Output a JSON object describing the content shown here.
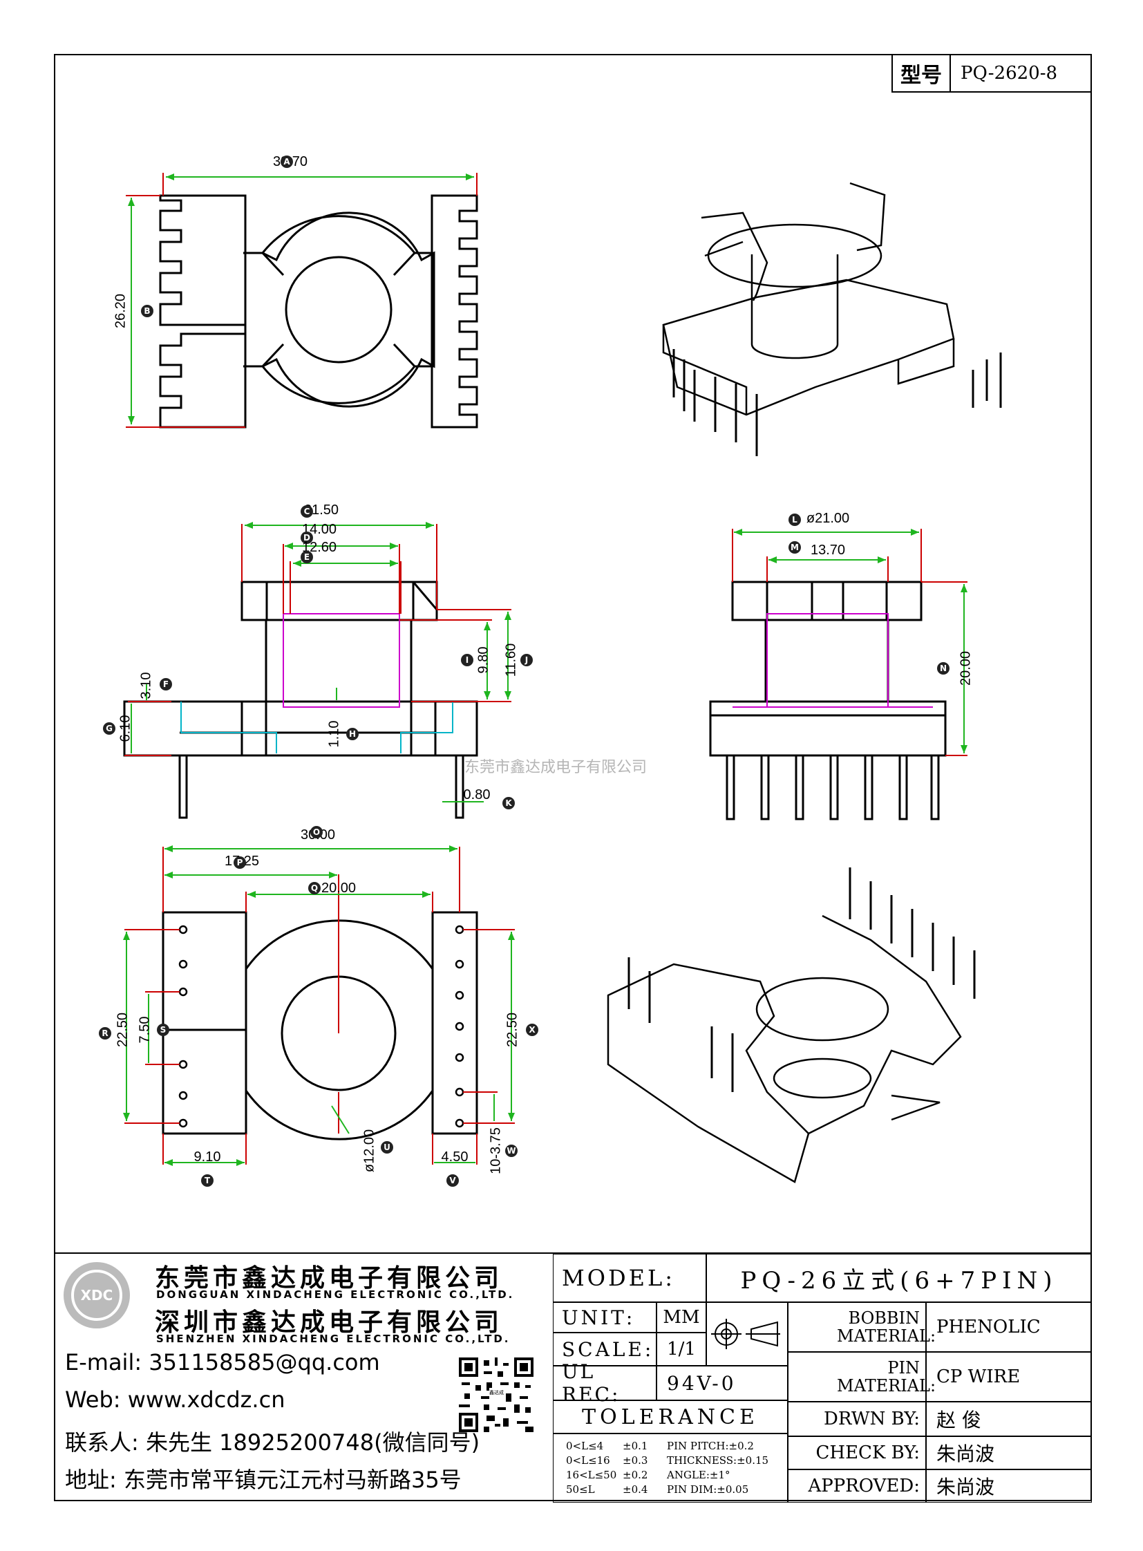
{
  "model_box": {
    "label": "型号",
    "value": "PQ-2620-8"
  },
  "watermark": "东莞市鑫达成电子有限公司",
  "views": {
    "top_view": {
      "dims": [
        {
          "tag": "A",
          "value": "33.70"
        },
        {
          "tag": "B",
          "value": "26.20"
        }
      ]
    },
    "front_view": {
      "dims": [
        {
          "tag": "C",
          "value": "21.50"
        },
        {
          "tag": "D",
          "value": "14.00"
        },
        {
          "tag": "E",
          "value": "12.60"
        },
        {
          "tag": "F",
          "value": "3.10"
        },
        {
          "tag": "G",
          "value": "6.10"
        },
        {
          "tag": "H",
          "value": "1.10"
        },
        {
          "tag": "I",
          "value": "9.80"
        },
        {
          "tag": "J",
          "value": "11.60"
        },
        {
          "tag": "K",
          "value": "0.80"
        }
      ]
    },
    "side_view": {
      "dims": [
        {
          "tag": "L",
          "value": "ø21.00"
        },
        {
          "tag": "M",
          "value": "13.70"
        },
        {
          "tag": "N",
          "value": "20.00"
        }
      ]
    },
    "bottom_view": {
      "dims": [
        {
          "tag": "O",
          "value": "30.00"
        },
        {
          "tag": "P",
          "value": "17.25"
        },
        {
          "tag": "Q",
          "value": "20.00"
        },
        {
          "tag": "R",
          "value": "22.50"
        },
        {
          "tag": "S",
          "value": "7.50"
        },
        {
          "tag": "T",
          "value": "9.10"
        },
        {
          "tag": "U",
          "value": "ø12.00"
        },
        {
          "tag": "V",
          "value": "4.50"
        },
        {
          "tag": "W",
          "value": "10-3.75"
        },
        {
          "tag": "X",
          "value": "22.50"
        }
      ]
    }
  },
  "title_block": {
    "company_cn_1": "东莞市鑫达成电子有限公司",
    "company_en_1": "DONGGUAN XINDACHENG ELECTRONIC CO.,LTD.",
    "company_cn_2": "深圳市鑫达成电子有限公司",
    "company_en_2": "SHENZHEN XINDACHENG ELECTRONIC CO.,LTD.",
    "logo_text": "XDC",
    "email": "E-mail: 351158585@qq.com",
    "web": "Web: www.xdcdz.cn",
    "contact": "联系人: 朱先生 18925200748(微信同号)",
    "address": "地址: 东莞市常平镇元江元村马新路35号",
    "qr_caption": "鑫达成",
    "model_label": "MODEL:",
    "model_value": "PQ-26立式(6+7PIN)",
    "unit_label": "UNIT:",
    "unit_value": "MM",
    "scale_label": "SCALE:",
    "scale_value": "1/1",
    "ulrec_label": "UL REC:",
    "ulrec_value": "94V-0",
    "tolerance_label": "TOLERANCE",
    "tolerance_rows": [
      {
        "range": "0<L≤4",
        "tol": "±0.1",
        "note": "PIN PITCH:±0.2"
      },
      {
        "range": "0<L≤16",
        "tol": "±0.3",
        "note": "THICKNESS:±0.15"
      },
      {
        "range": "16<L≤50",
        "tol": "±0.2",
        "note": "ANGLE:±1°"
      },
      {
        "range": "50≤L",
        "tol": "±0.4",
        "note": "PIN DIM:±0.05"
      }
    ],
    "bobbin_label": "BOBBIN MATERIAL:",
    "bobbin_value": "PHENOLIC",
    "pin_label": "PIN MATERIAL:",
    "pin_value": "CP WIRE",
    "drawn_label": "DRWN BY:",
    "drawn_value": "赵 俊",
    "check_label": "CHECK BY:",
    "check_value": "朱尚波",
    "approved_label": "APPROVED:",
    "approved_value": "朱尚波"
  },
  "colors": {
    "dim_line": "#1fb51f",
    "extension": "#cc0000",
    "inner": "#cc00cc",
    "hidden": "#00b4c8"
  }
}
